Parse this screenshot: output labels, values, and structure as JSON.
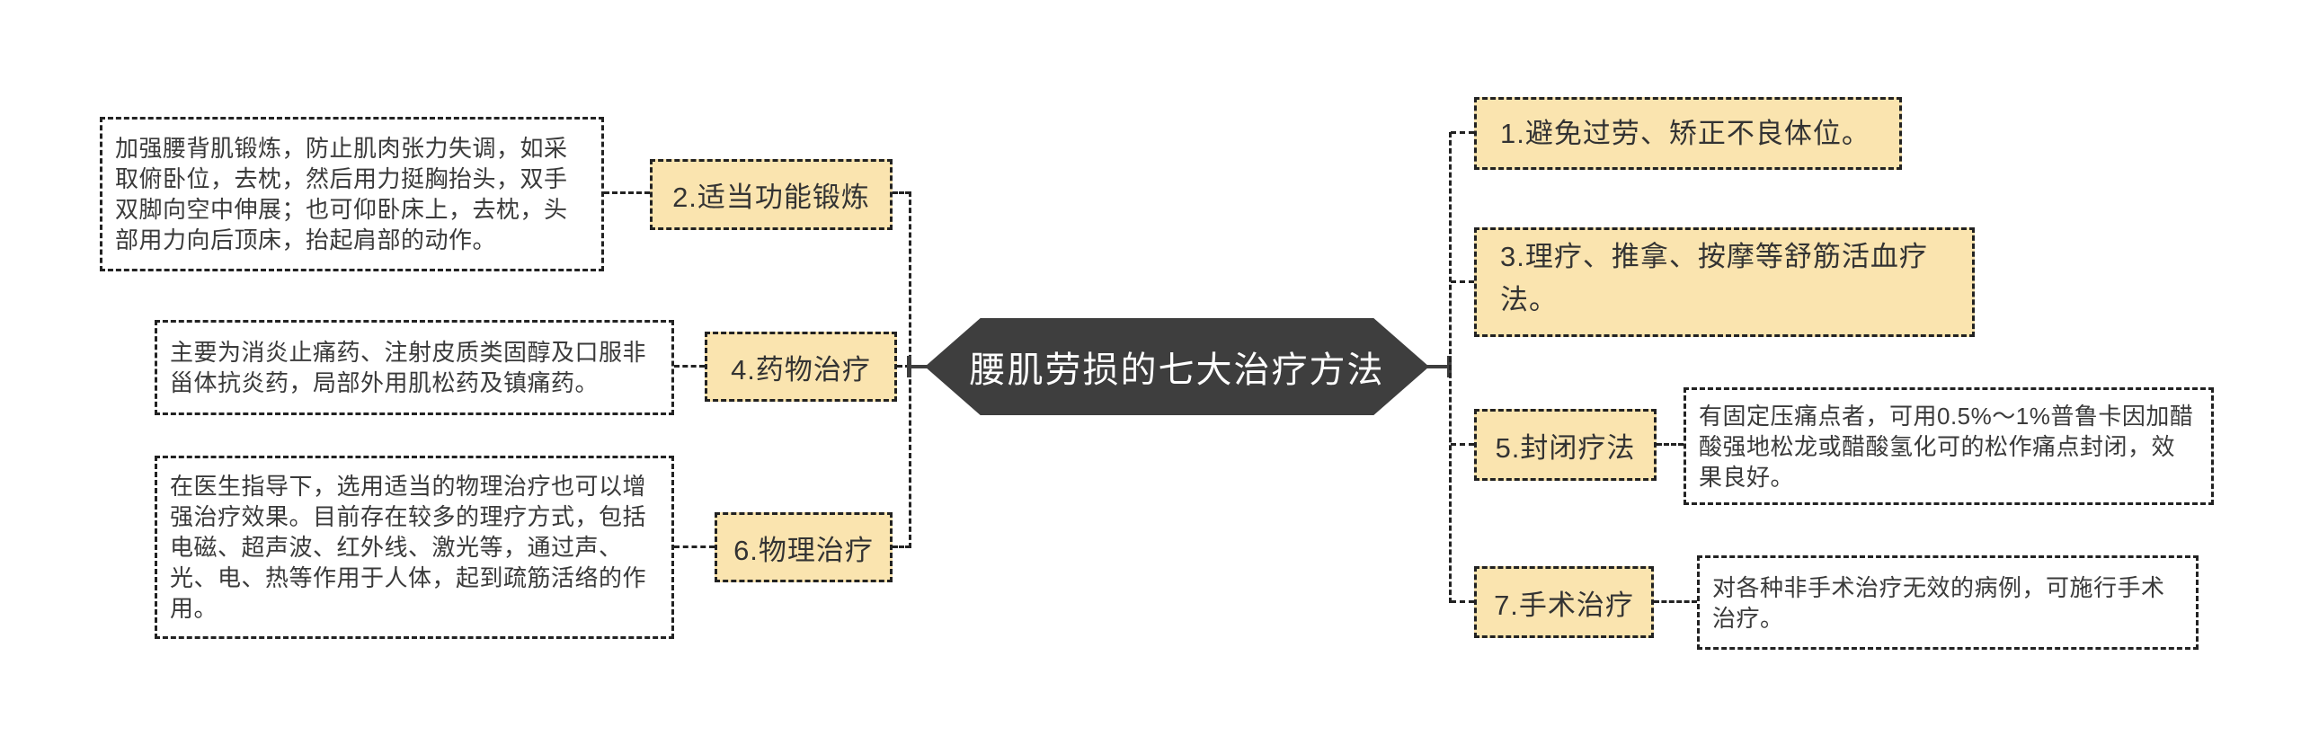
{
  "center": {
    "title": "腰肌劳损的七大治疗方法"
  },
  "colors": {
    "node_fill": "#FAE4AF",
    "node_border": "#222222",
    "center_bg": "#3E3E3E",
    "center_text": "#FFFFFF",
    "text": "#3A3A3A",
    "line": "#222222",
    "canvas_bg": "#FFFFFF"
  },
  "left_branches": [
    {
      "label": "2.适当功能锻炼",
      "desc": "加强腰背肌锻炼，防止肌肉张力失调，如采取俯卧位，去枕，然后用力挺胸抬头，双手双脚向空中伸展；也可仰卧床上，去枕，头部用力向后顶床，抬起肩部的动作。"
    },
    {
      "label": "4.药物治疗",
      "desc": "主要为消炎止痛药、注射皮质类固醇及口服非甾体抗炎药，局部外用肌松药及镇痛药。"
    },
    {
      "label": "6.物理治疗",
      "desc": "在医生指导下，选用适当的物理治疗也可以增强治疗效果。目前存在较多的理疗方式，包括电磁、超声波、红外线、激光等，通过声、光、电、热等作用于人体，起到疏筋活络的作用。"
    }
  ],
  "right_branches": [
    {
      "label": "1.避免过劳、矫正不良体位。",
      "desc": ""
    },
    {
      "label": "3.理疗、推拿、按摩等舒筋活血疗法。",
      "desc": ""
    },
    {
      "label": "5.封闭疗法",
      "desc": "有固定压痛点者，可用0.5%～1%普鲁卡因加醋酸强地松龙或醋酸氢化可的松作痛点封闭，效果良好。"
    },
    {
      "label": "7.手术治疗",
      "desc": "对各种非手术治疗无效的病例，可施行手术治疗。"
    }
  ]
}
